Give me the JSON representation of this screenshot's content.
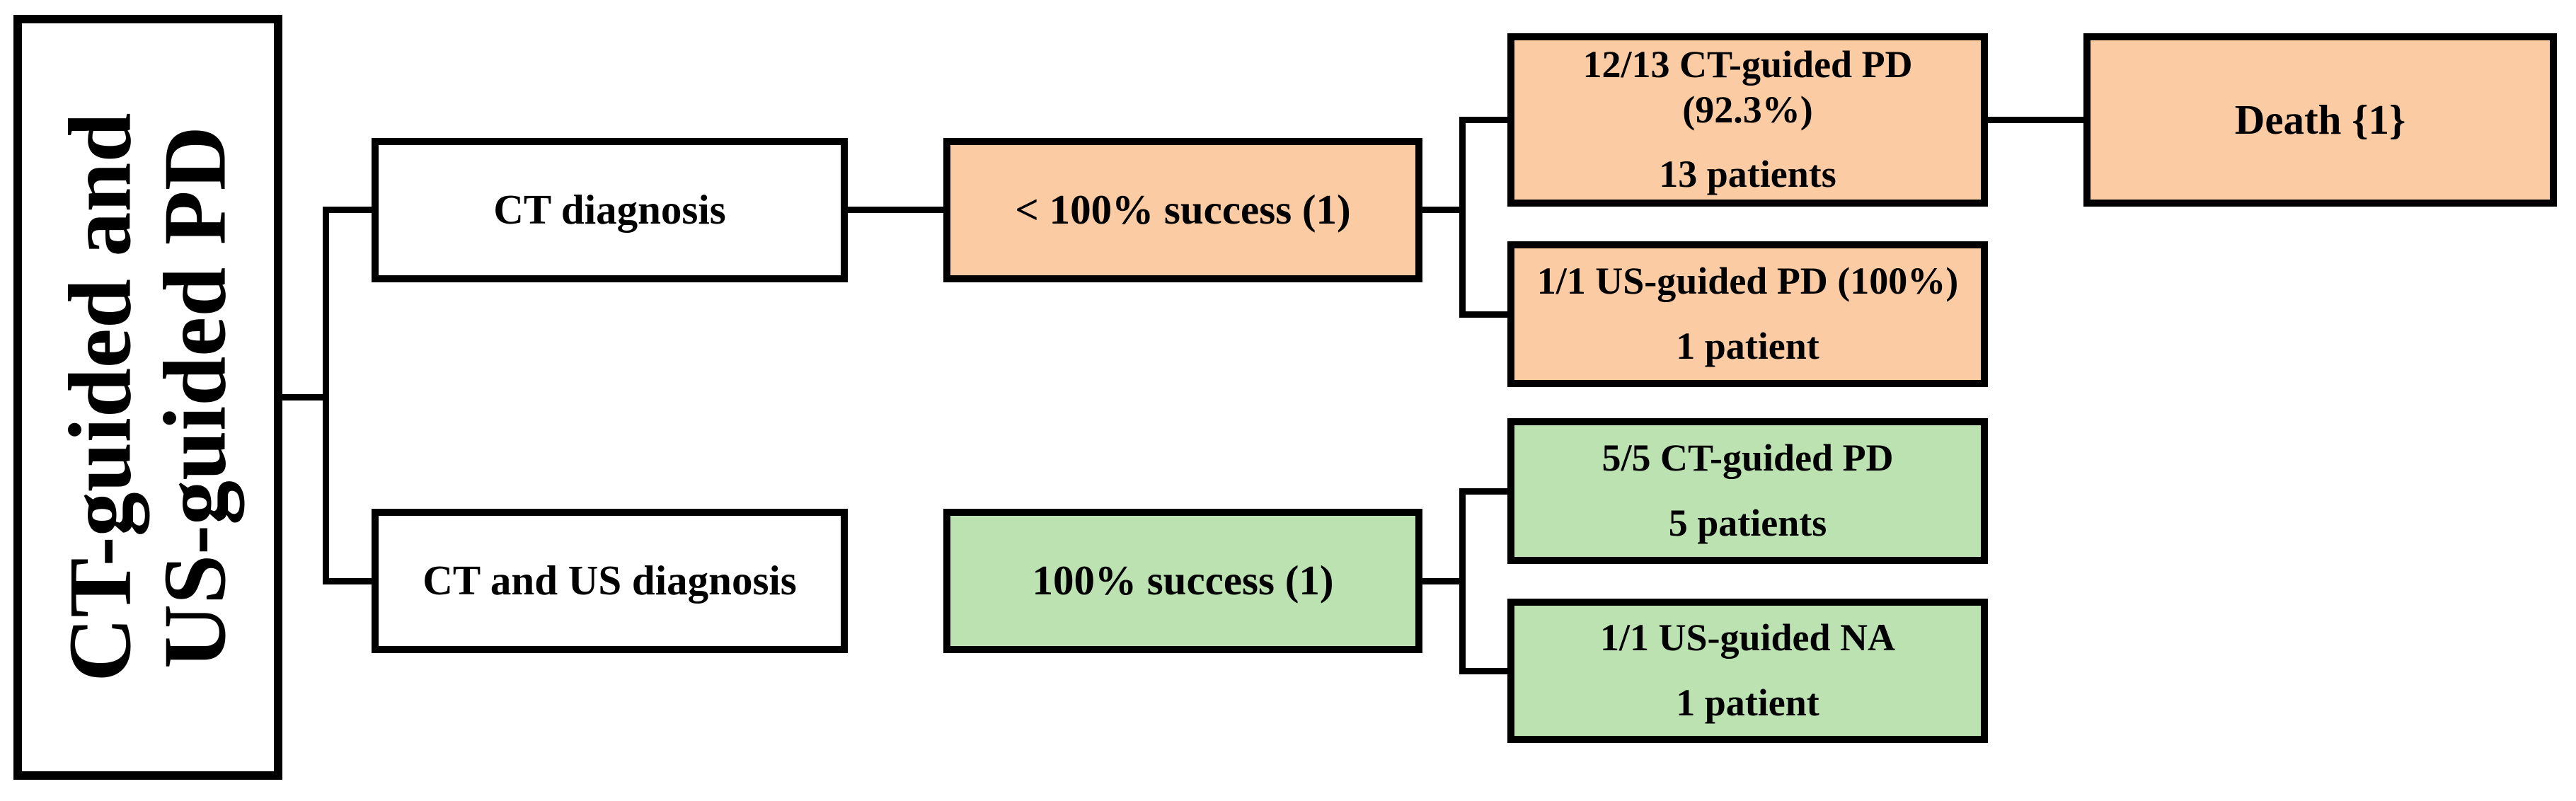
{
  "colors": {
    "warning_fill": "#FBCBA4",
    "success_fill": "#BCE2B2",
    "neutral_fill": "#FFFFFF",
    "line": "#000000"
  },
  "root": {
    "line1": "CT-guided and",
    "line2": "US-guided PD"
  },
  "nodes": {
    "ct_diagnosis": {
      "label": "CT diagnosis"
    },
    "lt100_success": {
      "label": "< 100% success (1)"
    },
    "ct_guided_pd_13": {
      "line1": "12/13 CT-guided PD",
      "line2": "(92.3%)",
      "line3": "13 patients"
    },
    "death": {
      "label": "Death {1}"
    },
    "us_guided_pd_1": {
      "line1": "1/1 US-guided PD (100%)",
      "line2": "1 patient"
    },
    "ct_us_diagnosis": {
      "label": "CT and US diagnosis"
    },
    "full_success": {
      "label": "100% success (1)"
    },
    "ct_guided_pd_5": {
      "line1": "5/5 CT-guided PD",
      "line2": "5 patients"
    },
    "us_guided_na_1": {
      "line1": "1/1 US-guided NA",
      "line2": "1 patient"
    }
  }
}
